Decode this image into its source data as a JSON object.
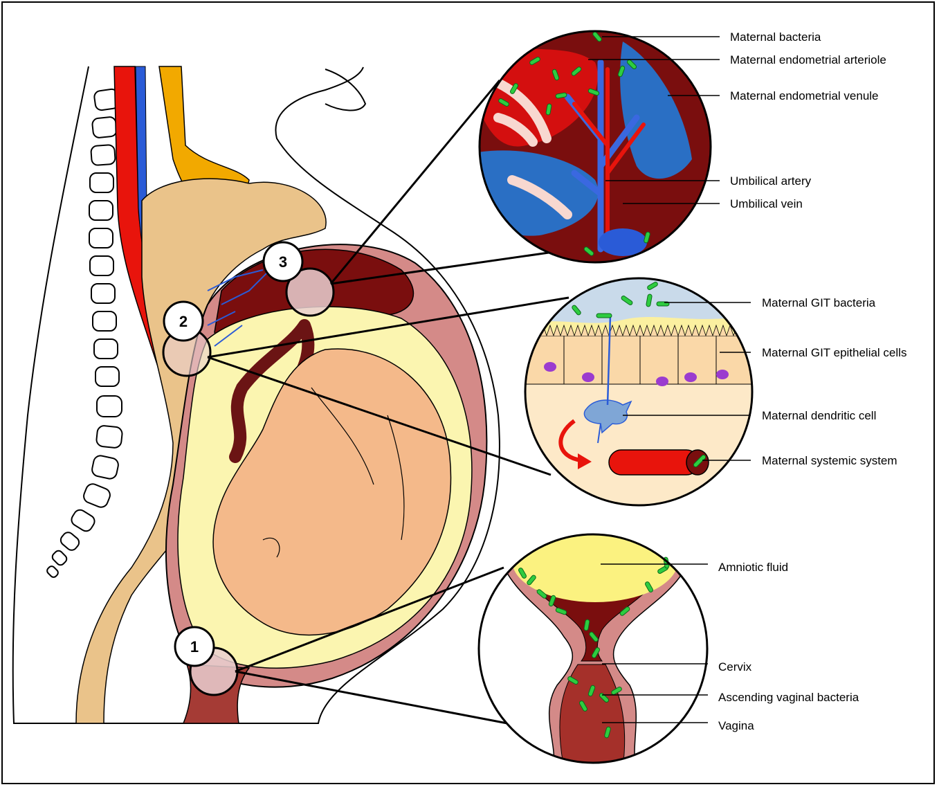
{
  "markers": [
    "1",
    "2",
    "3"
  ],
  "placenta_inset": {
    "labels": [
      "Maternal bacteria",
      "Maternal endometrial arteriole",
      "Maternal endometrial venule",
      "Umbilical artery",
      "Umbilical vein"
    ]
  },
  "gut_inset": {
    "labels": [
      "Maternal GIT bacteria",
      "Maternal GIT epithelial cells",
      "Maternal dendritic cell",
      "Maternal systemic system"
    ]
  },
  "cervix_inset": {
    "labels": [
      "Amniotic fluid",
      "Cervix",
      "Ascending vaginal bacteria",
      "Vagina"
    ]
  },
  "colors": {
    "bacteria": "#2ecc40",
    "artery": "#e8140c",
    "vein": "#2a5bd7",
    "maternal_tissue": "#7a0e0e",
    "amniotic_fluid": "#fbf5b0",
    "fetus": "#f4b98a",
    "intestine": "#eac38a",
    "spinal_cord": "#f2a900"
  }
}
